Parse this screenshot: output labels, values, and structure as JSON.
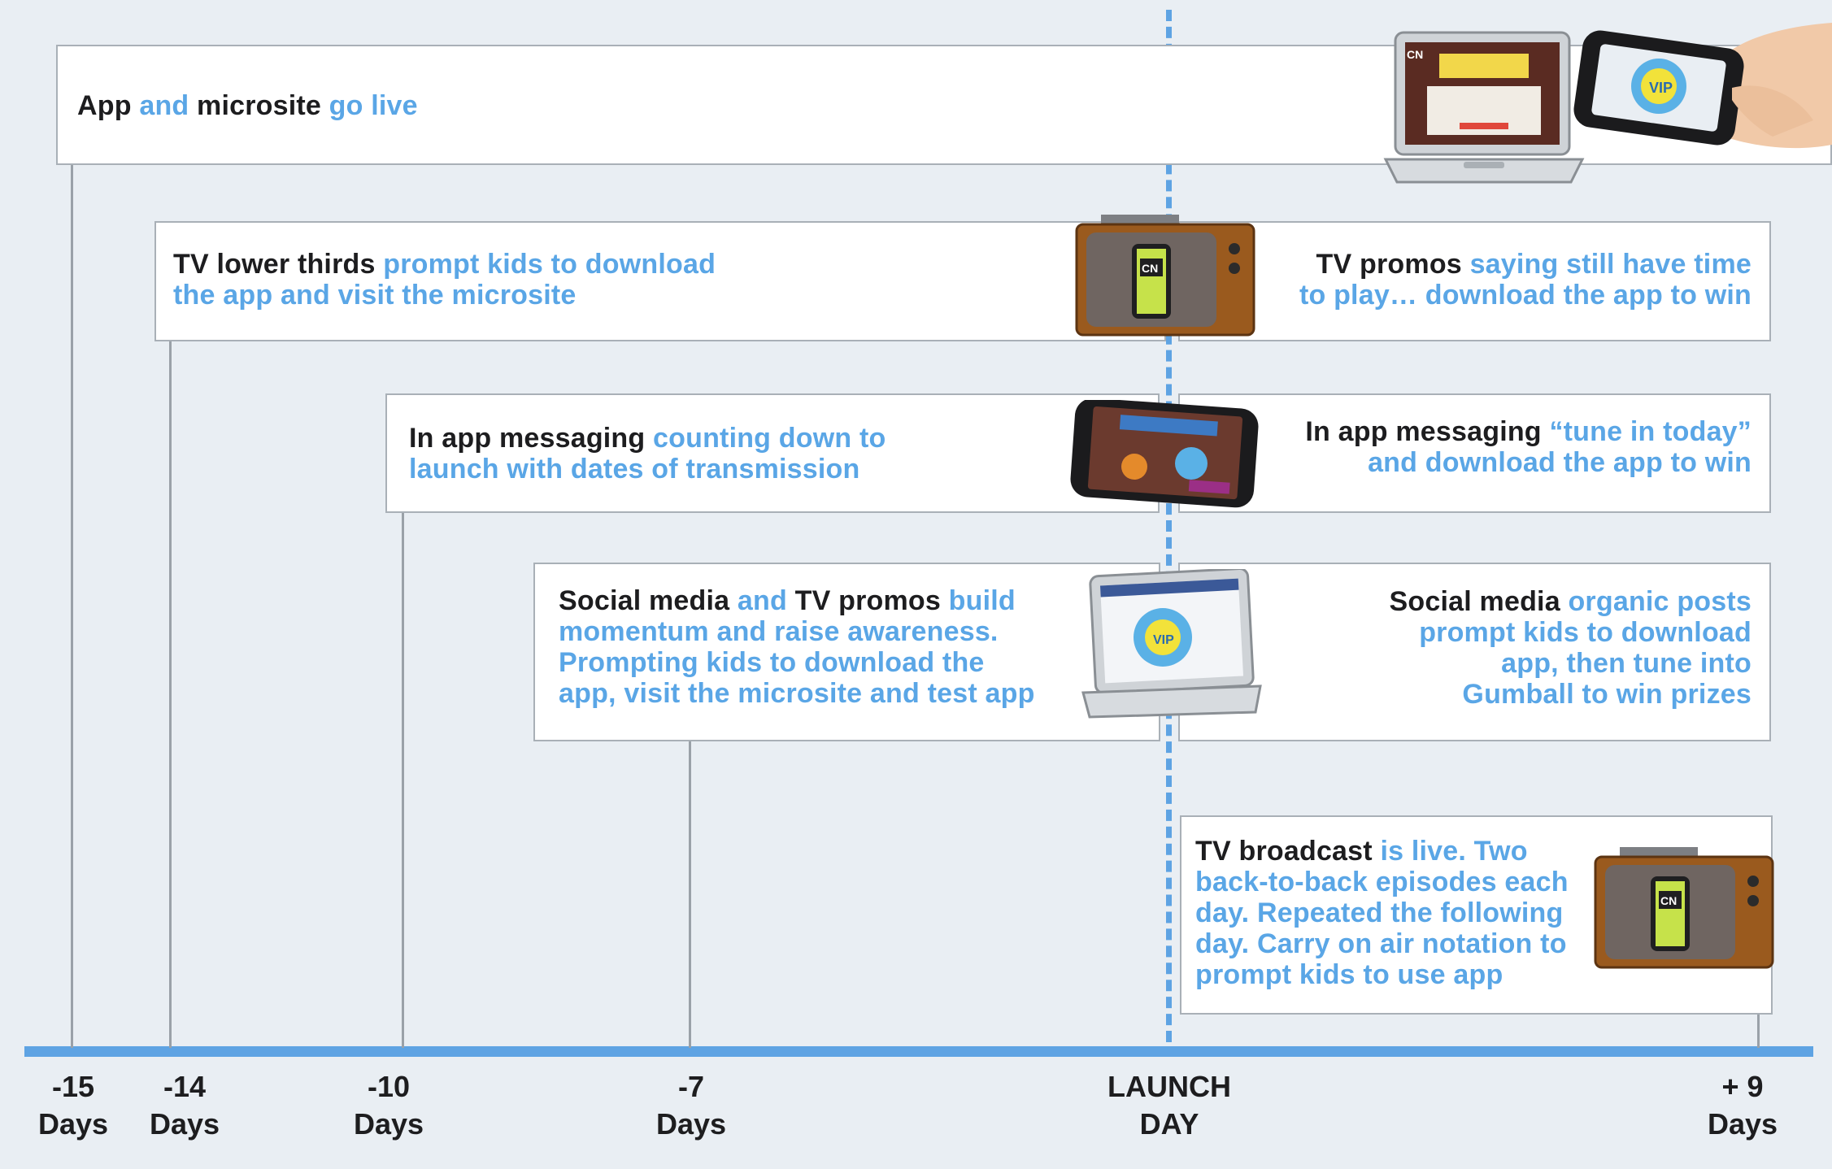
{
  "timeline": {
    "ticks": [
      {
        "top": "-15",
        "bottom": "Days"
      },
      {
        "top": "-14",
        "bottom": "Days"
      },
      {
        "top": "-10",
        "bottom": "Days"
      },
      {
        "top": "-7",
        "bottom": "Days"
      },
      {
        "top": "LAUNCH",
        "bottom": "DAY"
      },
      {
        "top": "+ 9",
        "bottom": "Days"
      }
    ]
  },
  "rows": {
    "app_live": [
      {
        "text": "App ",
        "color": "dark"
      },
      {
        "text": "and ",
        "color": "blue"
      },
      {
        "text": "microsite ",
        "color": "dark"
      },
      {
        "text": "go live",
        "color": "blue"
      }
    ],
    "lower_thirds": [
      {
        "text": "TV lower thirds ",
        "color": "dark"
      },
      {
        "text": "prompt kids to download the app and visit the microsite",
        "color": "blue"
      }
    ],
    "tv_promos": [
      {
        "text": "TV promos ",
        "color": "dark"
      },
      {
        "text": "saying still have time to play… download the app to win",
        "color": "blue"
      }
    ],
    "in_app_countdown": [
      {
        "text": "In app messaging ",
        "color": "dark"
      },
      {
        "text": "counting down to launch with dates of transmission",
        "color": "blue"
      }
    ],
    "in_app_tune_in": [
      {
        "text": "In app messaging ",
        "color": "dark"
      },
      {
        "text": "“tune in today” and download the app to win",
        "color": "blue"
      }
    ],
    "social_build": [
      {
        "text": "Social media ",
        "color": "dark"
      },
      {
        "text": "and ",
        "color": "blue"
      },
      {
        "text": "TV promos ",
        "color": "dark"
      },
      {
        "text": "build momentum and raise awareness. Prompting kids to download the app, visit the microsite and test app",
        "color": "blue"
      }
    ],
    "social_organic": [
      {
        "text": "Social media ",
        "color": "dark"
      },
      {
        "text": "organic posts prompt kids to download app, then tune into Gumball to win prizes",
        "color": "blue"
      }
    ],
    "broadcast": [
      {
        "text": "TV broadcast ",
        "color": "dark"
      },
      {
        "text": "is live. Two back-to-back episodes each day. Repeated the following day. Carry on air notation to prompt kids to use app",
        "color": "blue"
      }
    ]
  },
  "devices": {
    "cn_logo": "CN",
    "vip_badge": "VIP"
  },
  "colors": {
    "accent_blue": "#5aa6e6",
    "dark_text": "#1d1d1f",
    "timeline_blue": "#5ea3e3",
    "tv_wood": "#9a5a1e",
    "cn_screen_green": "#c6e24a"
  },
  "icons": [
    "laptop-icon",
    "phone-in-hand-icon",
    "retro-tv-icon",
    "phone-landscape-icon"
  ]
}
